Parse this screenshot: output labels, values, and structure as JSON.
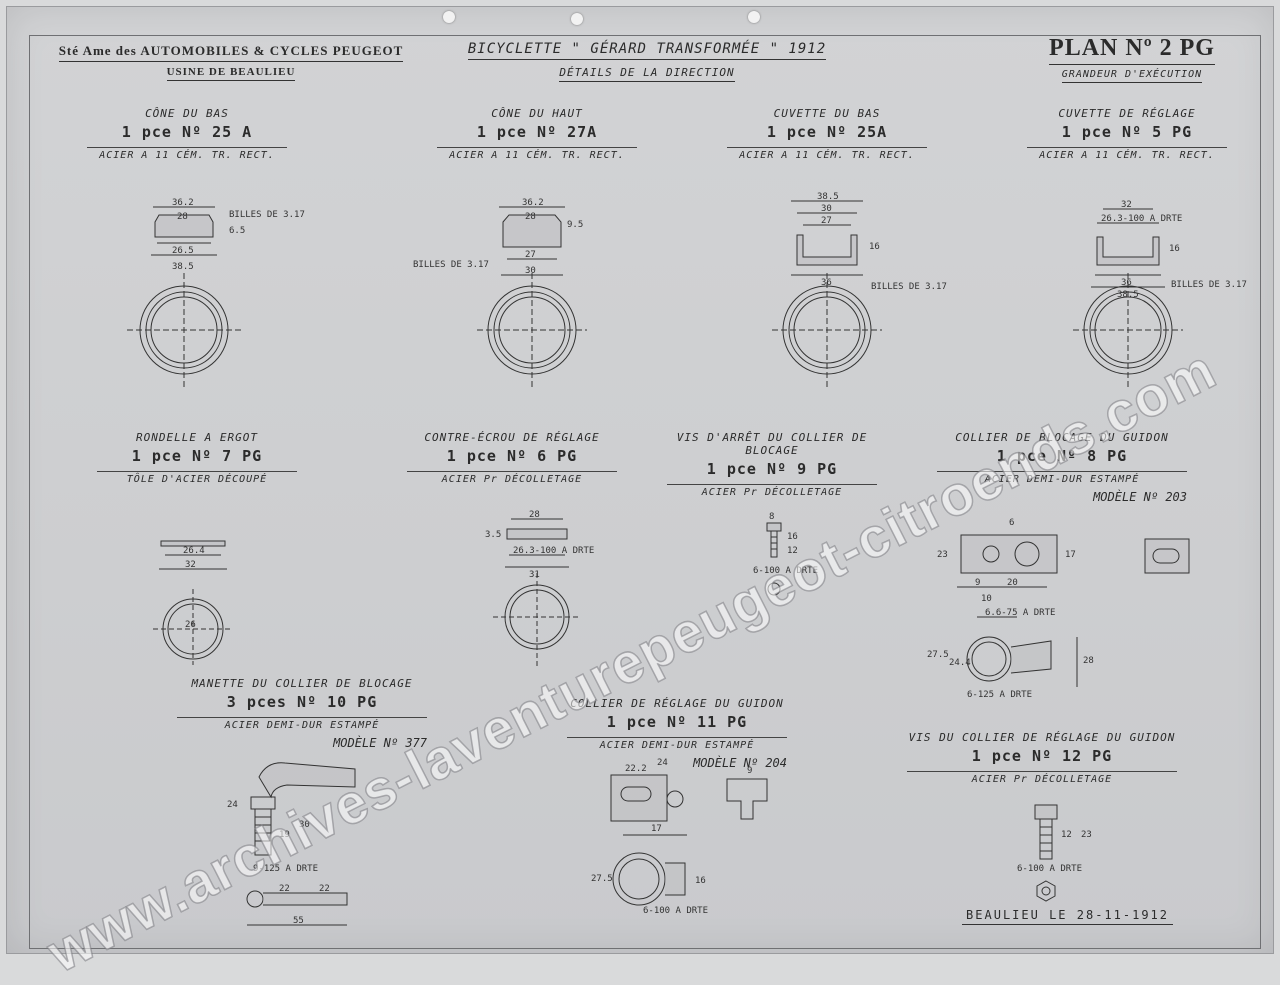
{
  "header": {
    "company": "Sté Ame des AUTOMOBILES & CYCLES PEUGEOT",
    "works": "USINE DE BEAULIEU",
    "title": "BICYCLETTE \" GÉRARD TRANSFORMÉE \" 1912",
    "subtitle": "DÉTAILS DE LA DIRECTION",
    "plan": "PLAN Nº 2 PG",
    "scale": "GRANDEUR D'EXÉCUTION"
  },
  "parts": [
    {
      "title": "CÔNE DU BAS",
      "number": "1 pce Nº 25 A",
      "material": "ACIER A 11 CÉM. TR. RECT."
    },
    {
      "title": "CÔNE DU HAUT",
      "number": "1 pce Nº 27A",
      "material": "ACIER A 11 CÉM. TR. RECT."
    },
    {
      "title": "CUVETTE DU BAS",
      "number": "1 pce Nº 25A",
      "material": "ACIER A 11 CÉM. TR. RECT."
    },
    {
      "title": "CUVETTE DE RÉGLAGE",
      "number": "1 pce Nº 5 PG",
      "material": "ACIER A 11 CÉM. TR. RECT."
    },
    {
      "title": "RONDELLE A ERGOT",
      "number": "1 pce Nº 7 PG",
      "material": "TÔLE D'ACIER DÉCOUPÉ"
    },
    {
      "title": "CONTRE-ÉCROU DE RÉGLAGE",
      "number": "1 pce Nº 6 PG",
      "material": "ACIER Pr DÉCOLLETAGE"
    },
    {
      "title": "VIS D'ARRÊT DU COLLIER DE BLOCAGE",
      "number": "1 pce Nº 9 PG",
      "material": "ACIER Pr DÉCOLLETAGE"
    },
    {
      "title": "COLLIER DE BLOCAGE DU GUIDON",
      "number": "1 pce Nº 8 PG",
      "material": "ACIER DEMI-DUR ESTAMPÉ",
      "model": "MODÈLE Nº 203"
    },
    {
      "title": "MANETTE DU COLLIER DE BLOCAGE",
      "number": "3 pces Nº 10 PG",
      "material": "ACIER DEMI-DUR ESTAMPÉ",
      "model": "MODÈLE Nº 377"
    },
    {
      "title": "COLLIER DE RÉGLAGE DU GUIDON",
      "number": "1 pce Nº 11 PG",
      "material": "ACIER DEMI-DUR ESTAMPÉ",
      "model": "MODÈLE Nº 204"
    },
    {
      "title": "VIS DU COLLIER DE RÉGLAGE DU GUIDON",
      "number": "1 pce Nº 12 PG",
      "material": "ACIER Pr DÉCOLLETAGE"
    }
  ],
  "dims": {
    "p1": [
      "36.2",
      "28",
      "26.5",
      "38.5",
      "BILLES DE 3.17",
      "6.5"
    ],
    "p2": [
      "36.2",
      "28",
      "27",
      "30",
      "BILLES DE 3.17",
      "9.5"
    ],
    "p3": [
      "38.5",
      "30",
      "27",
      "36",
      "BILLES DE 3.17",
      "16"
    ],
    "p4": [
      "32",
      "26.3-100 A DRTE",
      "36",
      "38.5",
      "BILLES DE 3.17",
      "16"
    ],
    "p5": [
      "26.4",
      "32",
      "26"
    ],
    "p6": [
      "28",
      "26.3-100 A DRTE",
      "31",
      "3.5"
    ],
    "p7": [
      "8",
      "16",
      "12",
      "6-100 A DRTE"
    ],
    "p8": [
      "6",
      "23",
      "17",
      "20",
      "9",
      "10",
      "6.6-75 A DRTE",
      "28",
      "27.5",
      "24.4",
      "6-125 A DRTE"
    ],
    "p10": [
      "24",
      "30",
      "22",
      "22",
      "55",
      "19",
      "9-125 A DRTE"
    ],
    "p11": [
      "24",
      "22.2",
      "9",
      "17",
      "27.5",
      "16",
      "6-100 A DRTE"
    ],
    "p12": [
      "12",
      "23",
      "6-100 A DRTE"
    ]
  },
  "footer": {
    "date": "BEAULIEU LE 28-11-1912"
  },
  "watermark": "www.archives-laventurepeugeot-citroends.com"
}
